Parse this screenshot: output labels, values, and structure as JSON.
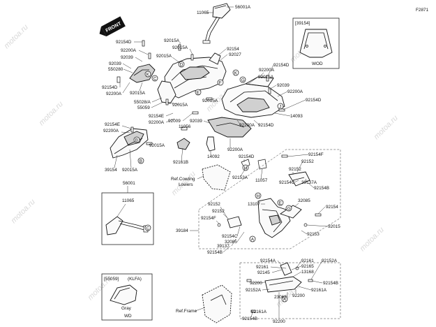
{
  "diagram_code": "F2871",
  "front_marker": "FRONT",
  "watermark": "motoa.ru",
  "callouts": {
    "c11065_top": "11065",
    "c56001A": "56001A",
    "c92154D_a": "92154D",
    "c92200A_a": "92200A",
    "c92039_a": "92039",
    "c92039_b": "92039",
    "c550280": "550280",
    "c92154D_b": "92154D",
    "c92200A_b": "92200A",
    "c92015A_a": "92015A",
    "c92015A_b": "92015A",
    "c92015A_c": "92015A",
    "c92015A_d": "92015A",
    "c92154_a": "92154",
    "c92027": "92027",
    "c92200A_c": "92200A",
    "c92154D_c": "92154D",
    "c92015A_e": "92015A",
    "c92039_c": "92039",
    "c92200A_d": "92200A",
    "c92154D_d": "92154D",
    "c14093": "14093",
    "c55028A": "55028/A",
    "c55059": "55059",
    "c92015A_f": "92015A",
    "c92015A_g": "92015A",
    "c92154E_a": "92154E",
    "c92200A_e": "92200A",
    "c92009": "92009",
    "c11056": "11056",
    "c92039_d": "92039",
    "c92200A_f": "92200A",
    "c92154D_e": "92154D",
    "c92154E_b": "92154E",
    "c92200A_g": "92200A",
    "c92015A_h": "92015A",
    "c14092": "14092",
    "c92200A_h": "92200A",
    "c92154D_f": "92154D",
    "c39154": "39154",
    "c92015A_i": "92015A",
    "c92161B": "92161B",
    "c92153A": "92153A",
    "c11057": "11057",
    "ref_cowling": "Ref.Cowling",
    "ref_cowling_2": "Lowers",
    "c56001": "56001",
    "c11065_b": "11065",
    "c92154F_a": "92154F",
    "c92152_a": "92152",
    "c92152_b": "92152",
    "c92154C_a": "92154C",
    "c39137A": "39137A",
    "c92154B_a": "92154B",
    "c13107": "13107",
    "c32085_a": "32085",
    "c92154_b": "92154",
    "c92152_c": "92152",
    "c92152_d": "92152",
    "c92154F_b": "92154F",
    "c39184": "39184",
    "c92154C_b": "92154C",
    "c32085_b": "32085",
    "c39137": "39137",
    "c92154B_b": "92154B",
    "c92015": "92015",
    "c92153": "92153",
    "c92154A": "92154A",
    "c92161_a": "92161",
    "c92165": "92165",
    "c92145": "92145",
    "c13168": "13168",
    "c92161_b": "92161",
    "c92152A_a": "92152A",
    "c92154B_c": "92154B",
    "c92200_a": "92200",
    "c92152A_b": "92152A",
    "c92161A_a": "92161A",
    "c23062": "23062",
    "c92200_b": "92200",
    "c92161A_b": "92161A",
    "c92154B_d": "92154B",
    "c92200_c": "92200",
    "ref_frame": "Ref.Frame",
    "inset_top_code": "[39154]",
    "inset_top_note": "WOD",
    "inset_bottom_code": "[55059]",
    "inset_bottom_variant": "(KLFA)",
    "inset_bottom_color": "Gray",
    "inset_bottom_note": "WD"
  },
  "reference_letters": [
    "A",
    "B",
    "C",
    "D",
    "E",
    "F",
    "G",
    "H",
    "J",
    "K"
  ]
}
